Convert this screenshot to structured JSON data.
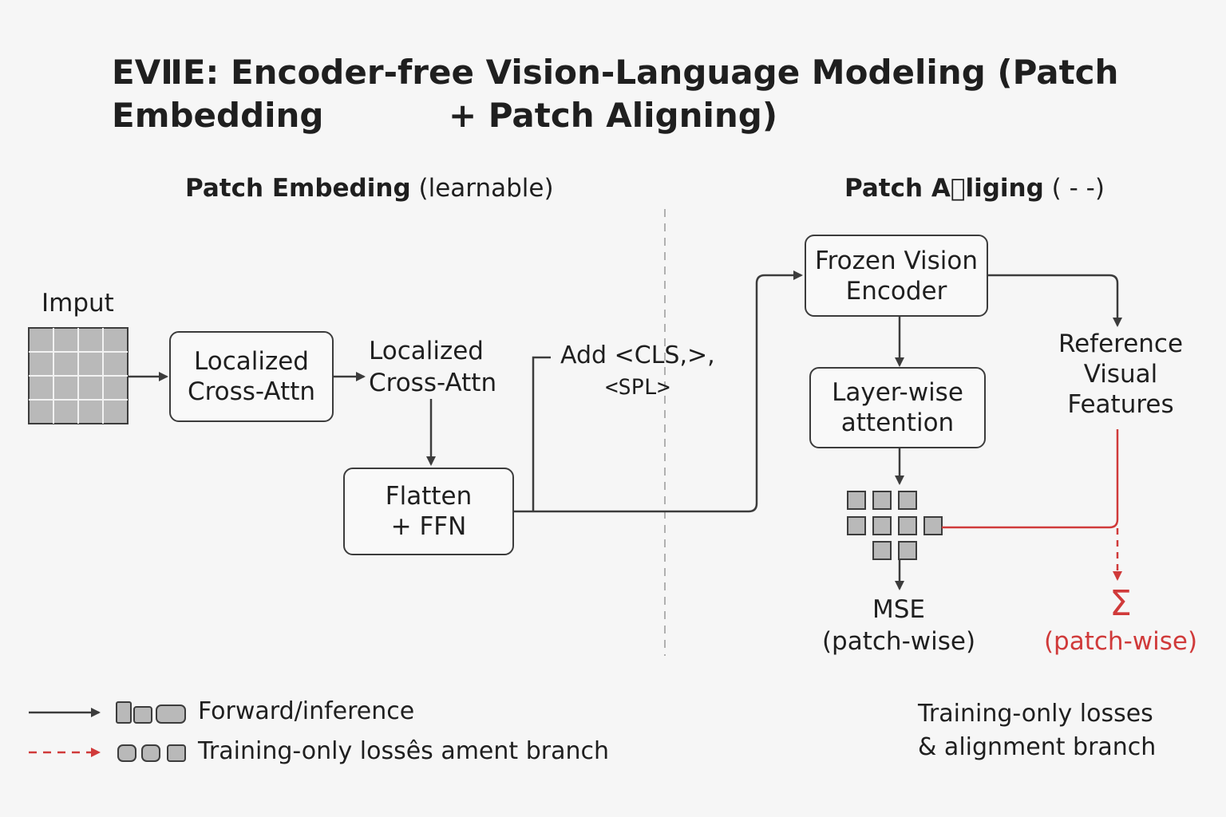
{
  "title": {
    "line1": "EVⅡE: Encoder-free Vision-Language Modeling (Patch Embedding",
    "line2": "+ Patch Aligning)"
  },
  "sections": {
    "left_title": "Patch Embeding",
    "left_note": "(learnable)",
    "right_title": "Patch A⃨liging",
    "right_note": "( - -)"
  },
  "nodes": {
    "input_label": "Imput",
    "localized_box": [
      "Localized",
      "Cross-Attn"
    ],
    "localized_out": [
      "Localized",
      "Cross-Attn"
    ],
    "flatten_box": [
      "Flatten",
      "+ FFN"
    ],
    "add_tokens": [
      "Add <CLS,>,",
      "<SPL>"
    ],
    "frozen_box": [
      "Frozen Vision",
      "Encoder"
    ],
    "layer_box": [
      "Layer-wise",
      "attention"
    ],
    "reference": [
      "Reference",
      "Visual",
      "Features"
    ],
    "mse": [
      "MSE",
      "(patch-wise)"
    ],
    "sigma": [
      "Σ",
      "(patch-wise)"
    ]
  },
  "legend": {
    "forward": "Forward/inference",
    "training": "Training-only lossês ament branch",
    "note": [
      "Training-only losses",
      "& alignment branch"
    ]
  },
  "colors": {
    "line": "#3c3c3c",
    "red": "#d03a3a",
    "patch_fill": "#b9b9b9"
  }
}
